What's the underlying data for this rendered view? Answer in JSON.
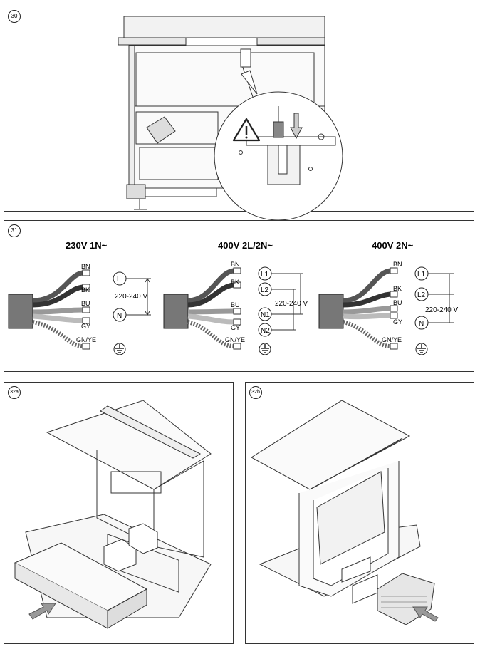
{
  "figures": {
    "fig30": {
      "label": "30"
    },
    "fig31": {
      "label": "31",
      "diagrams": [
        {
          "title": "230V 1N~",
          "wires": [
            "BN",
            "BK",
            "BU",
            "GY",
            "GN/YE"
          ],
          "terminals": [
            "L",
            "N"
          ],
          "voltage": "220-240 V"
        },
        {
          "title": "400V 2L/2N~",
          "wires": [
            "BN",
            "BK",
            "BU",
            "GY",
            "GN/YE"
          ],
          "terminals": [
            "L1",
            "L2",
            "N1",
            "N2"
          ],
          "voltage": "220-240 V"
        },
        {
          "title": "400V 2N~",
          "wires": [
            "BN",
            "BK",
            "BU",
            "GY",
            "GN/YE"
          ],
          "terminals": [
            "L1",
            "L2",
            "N"
          ],
          "voltage": "220-240 V"
        }
      ]
    },
    "fig32a": {
      "label": "32a"
    },
    "fig32b": {
      "label": "32b"
    }
  },
  "icons": [
    "warning-triangle-icon",
    "ground-symbol-icon",
    "insert-arrow-icon"
  ]
}
